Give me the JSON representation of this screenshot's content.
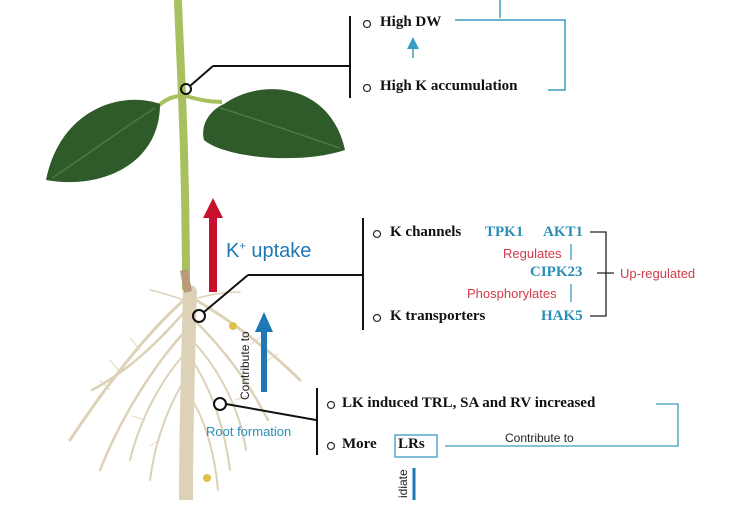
{
  "shoot": {
    "high_dw": "High DW",
    "high_k": "High K accumulation"
  },
  "uptake": {
    "label_k": "K",
    "label_sup": "+",
    "label_rest": " uptake"
  },
  "channels": {
    "k_channels": "K channels",
    "k_transporters": "K transporters",
    "tpk1": "TPK1",
    "akt1": "AKT1",
    "regulates": "Regulates",
    "cipk23": "CIPK23",
    "phosphorylates": "Phosphorylates",
    "hak5": "HAK5",
    "up_regulated": "Up-regulated"
  },
  "root": {
    "contribute_vertical": "Contribute to",
    "root_formation": "Root formation",
    "lk_induced": "LK induced TRL, SA and RV increased",
    "more": "More",
    "lrs": "LRs",
    "contribute_to": "Contribute to",
    "bottom_partial": "idiate"
  },
  "colors": {
    "leaf": "#2f5a2a",
    "stem": "#a8c060",
    "root": "#ddd2b8",
    "red_arrow": "#c8102e",
    "blue_arrow": "#1f78b4",
    "teal_line": "#3a9cc0"
  }
}
